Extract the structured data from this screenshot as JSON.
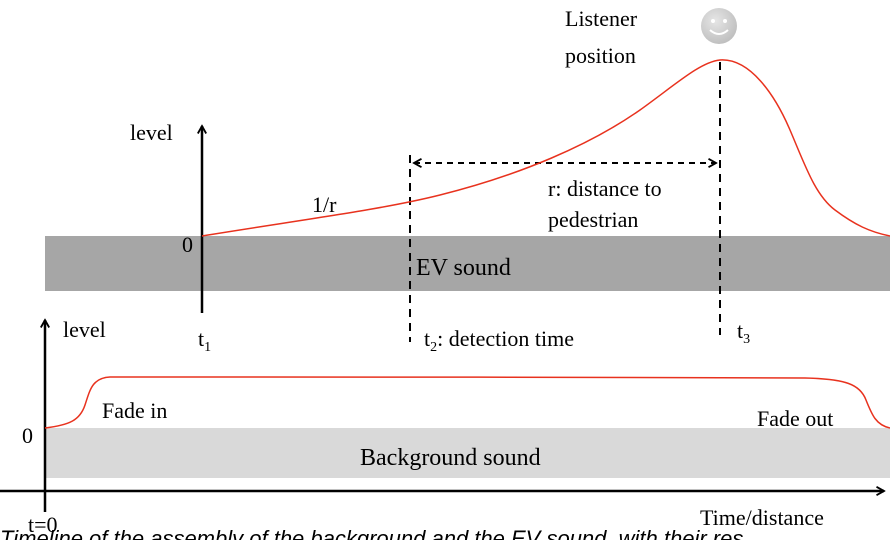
{
  "listener_label_line1": "Listener",
  "listener_label_line2": "position",
  "top_level_label": "level",
  "top_zero_label": "0",
  "inverse_r_label": "1/r",
  "distance_label_line1": "r: distance to",
  "distance_label_line2": "pedestrian",
  "ev_sound_label": "EV sound",
  "t1_label": "t",
  "t1_sub": "1",
  "t2_label": "t",
  "t2_sub": "2",
  "t2_suffix": ": detection time",
  "t3_label": "t",
  "t3_sub": "3",
  "bottom_level_label": "level",
  "bottom_zero_label": "0",
  "fade_in_label": "Fade in",
  "fade_out_label": "Fade out",
  "background_sound_label": "Background sound",
  "t0_label": "t=0",
  "time_axis_label": "Time/distance",
  "caption": "Timeline of the assembly of the background and the EV sound, with their res",
  "colors": {
    "curve": "#e8321e",
    "ev_band": "#a6a6a6",
    "background_band": "#d9d9d9",
    "smiley": "#c8c8c8"
  }
}
